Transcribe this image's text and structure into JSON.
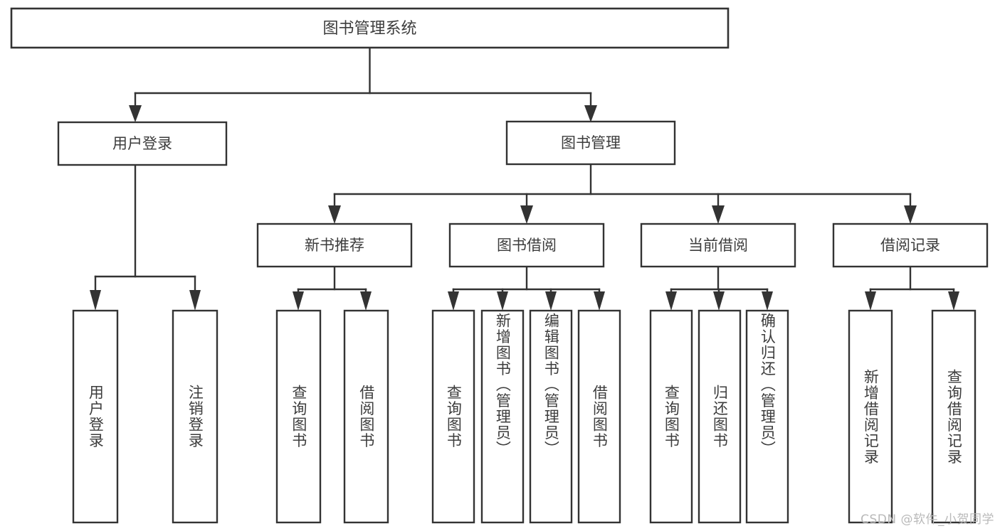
{
  "diagram": {
    "title": "图书管理系统",
    "type": "tree-hierarchy-diagram",
    "colors": {
      "background": "#ffffff",
      "box_stroke": "#333333",
      "text": "#3c3c3c",
      "watermark": "#b9b9b9"
    },
    "root": {
      "label": "图书管理系统"
    },
    "level2": [
      {
        "label": "用户登录"
      },
      {
        "label": "图书管理"
      }
    ],
    "level3": [
      {
        "label": "新书推荐"
      },
      {
        "label": "图书借阅"
      },
      {
        "label": "当前借阅"
      },
      {
        "label": "借阅记录"
      }
    ],
    "leaves": {
      "user_login": [
        {
          "label": "用户登录"
        },
        {
          "label": "注销登录"
        }
      ],
      "new_book_recommend": [
        {
          "label": "查询图书"
        },
        {
          "label": "借阅图书"
        }
      ],
      "book_borrow": [
        {
          "label": "查询图书"
        },
        {
          "label": "新增图书（管理员）"
        },
        {
          "label": "编辑图书（管理员）"
        },
        {
          "label": "借阅图书"
        }
      ],
      "current_borrow": [
        {
          "label": "查询图书"
        },
        {
          "label": "归还图书"
        },
        {
          "label": "确认归还（管理员）"
        }
      ],
      "borrow_record": [
        {
          "label": "新增借阅记录"
        },
        {
          "label": "查询借阅记录"
        }
      ]
    }
  },
  "watermark": {
    "text": "CSDN @软件_小贺同学"
  }
}
